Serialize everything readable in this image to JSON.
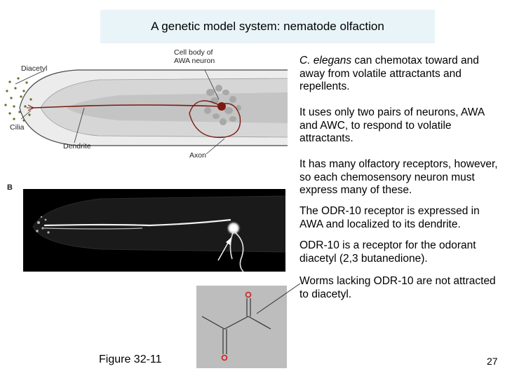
{
  "title": "A genetic model system: nematode olfaction",
  "panel_a": {
    "label_diacetyl": "Diacetyl",
    "label_cell_body": "Cell body of\nAWA neuron",
    "label_cilia": "Cilia",
    "label_dendrite": "Dendrite",
    "label_axon": "Axon"
  },
  "panel_b": {
    "label": "B"
  },
  "text": {
    "p0_em": "C. elegans",
    "p0_rest": " can chemotax toward and away from volatile attractants and repellents.",
    "p1": "It uses only two pairs of neurons, AWA and AWC, to respond to volatile attractants.",
    "p2": "It has many olfactory receptors, however, so each chemosensory neuron must express many of these.",
    "p3": "The ODR-10 receptor is expressed in AWA and localized to its dendrite.",
    "p4": "ODR-10 is a receptor for the odorant diacetyl (2,3 butanedione).",
    "p5": "Worms lacking ODR-10 are not attracted to diacetyl."
  },
  "figure_caption": "Figure 32-11",
  "page_number": "27",
  "colors": {
    "title_bg": "#e8f4f8",
    "neuron": "#7a1a10",
    "worm_fill": "#ececec",
    "molecule_bg": "#bdbdbd",
    "oxygen": "#d11a1a",
    "diacetyl_dots": "#6b6b2a"
  }
}
